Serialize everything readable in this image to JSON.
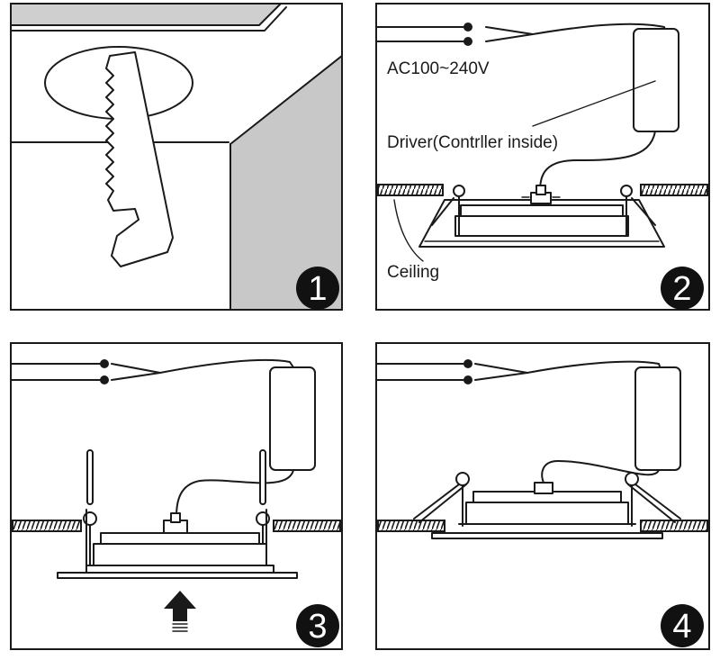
{
  "steps": [
    {
      "number": "1"
    },
    {
      "number": "2",
      "labels": {
        "voltage": "AC100~240V",
        "driver": "Driver(Contrller inside)",
        "ceiling": "Ceiling"
      }
    },
    {
      "number": "3"
    },
    {
      "number": "4"
    }
  ],
  "colors": {
    "line": "#1a1a1a",
    "wall_shade": "#c8c8c8",
    "badge": "#111111",
    "background": "#ffffff"
  },
  "icons": [
    "saw-icon",
    "arrow-up-icon",
    "driver-box-icon",
    "downlight-icon",
    "spring-clip-icon"
  ]
}
